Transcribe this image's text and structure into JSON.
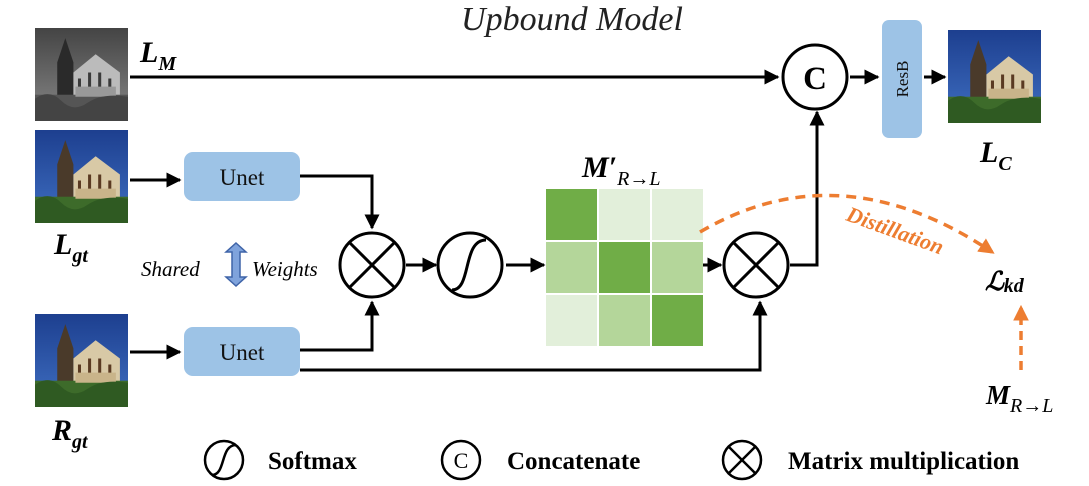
{
  "title": "Upbound Model",
  "labels": {
    "lm_main": "L",
    "lm_sub": "M",
    "lgt_main": "L",
    "lgt_sub": "gt",
    "rgt_main": "R",
    "rgt_sub": "gt",
    "lc_main": "L",
    "lc_sub": "C",
    "mprime_main": "M′",
    "mprime_sub": "R→L",
    "m_main": "M",
    "m_sub": "R→L",
    "lkd_main": "ℒ",
    "lkd_sub": "kd"
  },
  "blocks": {
    "unet_top": "Unet",
    "unet_bottom": "Unet",
    "resb": "ResB",
    "concat_symbol": "C"
  },
  "shared_weights": {
    "left": "Shared",
    "right": "Weights"
  },
  "distillation": "Distillation",
  "legend": {
    "softmax": "Softmax",
    "concat_symbol": "C",
    "concatenate": "Concatenate",
    "matmul": "Matrix multiplication"
  },
  "colors": {
    "block_fill": "#9DC3E6",
    "matrix_dark": "#70AD47",
    "matrix_mid": "#B4D69A",
    "matrix_light": "#E2EFDA",
    "distill_orange": "#ED7D31",
    "arrow_blue": "#5B82C6"
  },
  "matrix_levels": [
    [
      2,
      0,
      0
    ],
    [
      1,
      2,
      1
    ],
    [
      0,
      1,
      2
    ]
  ]
}
